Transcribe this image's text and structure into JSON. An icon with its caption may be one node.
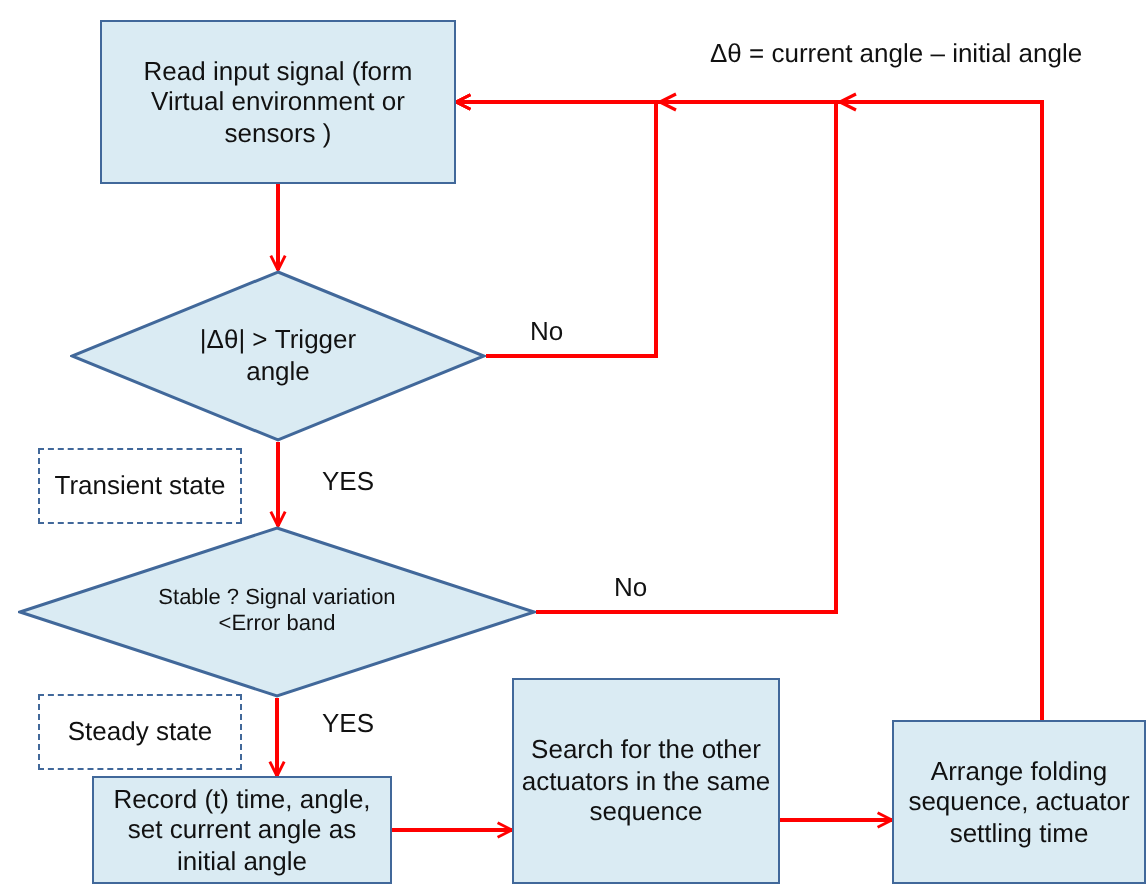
{
  "diagram": {
    "nodes": [
      {
        "text": [
          "Read input signal (form Virtual environment or sensors )"
        ]
      },
      {
        "text": [
          "|Δθ| > Trigger angle"
        ]
      },
      {
        "text": [
          "Transient state"
        ]
      },
      {
        "text": [
          "Stable ? Signal variation <Error band"
        ]
      },
      {
        "text": [
          "Steady state"
        ]
      },
      {
        "text": [
          "Record (t) time, angle, set current angle as initial angle"
        ]
      },
      {
        "text": [
          "Search for the other actuators in the same sequence"
        ]
      },
      {
        "text": [
          "Arrange folding sequence, actuator settling time"
        ]
      }
    ],
    "edges": [
      {
        "from": 0,
        "to": 1,
        "arrow": "to"
      },
      {
        "from": 1,
        "to": 3,
        "arrow": "to",
        "label": "YES"
      },
      {
        "from": 1,
        "to": 0,
        "arrow": "to",
        "label": "No"
      },
      {
        "from": 3,
        "to": 0,
        "arrow": "to",
        "label": "No"
      },
      {
        "from": 3,
        "to": 5,
        "arrow": "to",
        "label": "YES"
      },
      {
        "from": 5,
        "to": 6,
        "arrow": "to"
      },
      {
        "from": 6,
        "to": 7,
        "arrow": "to"
      },
      {
        "from": 7,
        "to": 0,
        "arrow": "to"
      }
    ],
    "labels": [
      "Δθ = current angle – initial angle"
    ]
  }
}
